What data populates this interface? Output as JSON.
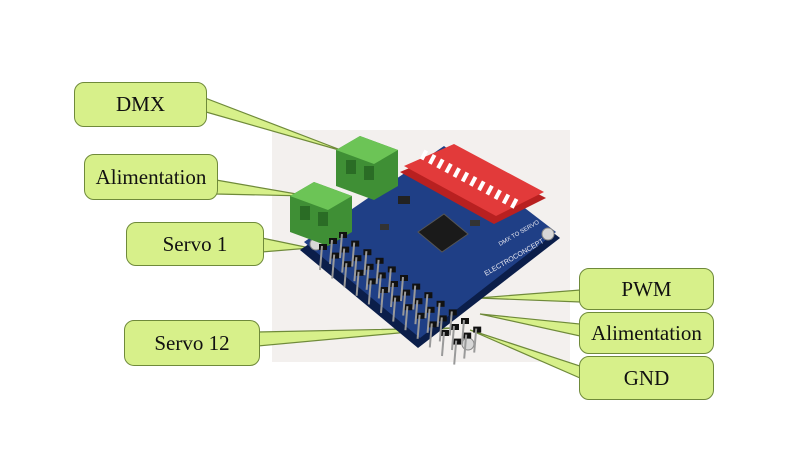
{
  "labels": {
    "dmx": "DMX",
    "alimentation_left": "Alimentation",
    "servo_1": "Servo 1",
    "servo_12": "Servo 12",
    "pwm": "PWM",
    "alimentation_right": "Alimentation",
    "gnd": "GND"
  },
  "board_text": {
    "brand": "ELECTROCONCEPT",
    "product": "DMX TO SERVO"
  },
  "colors": {
    "callout_fill": "#d7f08a",
    "callout_border": "#6f8a3a",
    "pcb": "#1f3f86",
    "dip_switch": "#e23a3a",
    "terminal_block": "#5fb34a",
    "pin_header": "#111111"
  }
}
